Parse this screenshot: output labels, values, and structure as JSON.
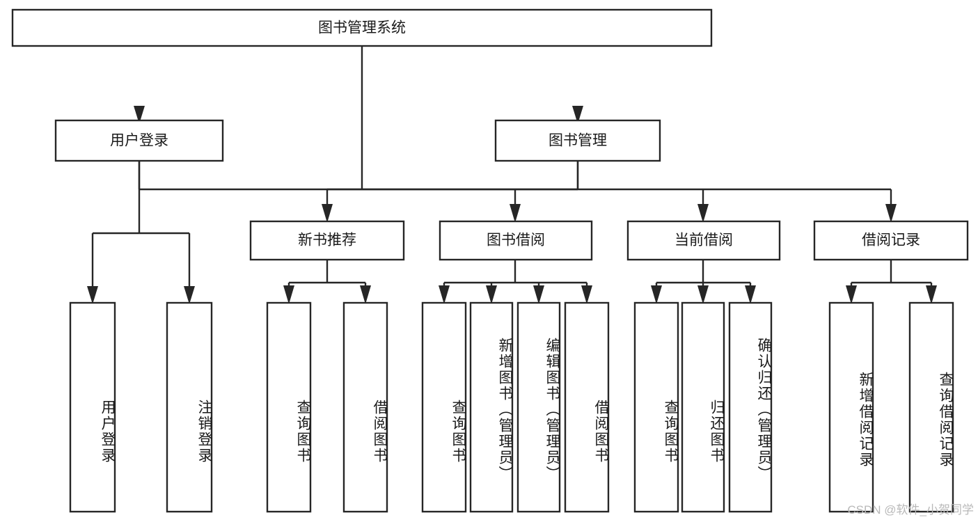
{
  "diagram": {
    "type": "hierarchy-tree",
    "title": "图书管理系统",
    "watermark": "CSDN @软件_小贺同学",
    "root": {
      "id": "root",
      "label": "图书管理系统"
    },
    "level2": [
      {
        "id": "user-login",
        "label": "用户登录"
      },
      {
        "id": "book-management",
        "label": "图书管理"
      }
    ],
    "level3": [
      {
        "id": "new-book-recommend",
        "label": "新书推荐",
        "parent": "book-management"
      },
      {
        "id": "book-borrow",
        "label": "图书借阅",
        "parent": "book-management"
      },
      {
        "id": "current-borrow",
        "label": "当前借阅",
        "parent": "book-management"
      },
      {
        "id": "borrow-record",
        "label": "借阅记录",
        "parent": "book-management"
      }
    ],
    "leaves": [
      {
        "id": "leaf-user-login",
        "label": "用户登录",
        "parent": "user-login"
      },
      {
        "id": "leaf-logout-login",
        "label": "注销登录",
        "parent": "user-login"
      },
      {
        "id": "leaf-query-book-1",
        "label": "查询图书",
        "parent": "new-book-recommend"
      },
      {
        "id": "leaf-borrow-book-1",
        "label": "借阅图书",
        "parent": "new-book-recommend"
      },
      {
        "id": "leaf-query-book-2",
        "label": "查询图书",
        "parent": "book-borrow"
      },
      {
        "id": "leaf-add-book",
        "label": "新增图书（管理员）",
        "parent": "book-borrow"
      },
      {
        "id": "leaf-edit-book",
        "label": "编辑图书（管理员）",
        "parent": "book-borrow"
      },
      {
        "id": "leaf-borrow-book-2",
        "label": "借阅图书",
        "parent": "book-borrow"
      },
      {
        "id": "leaf-query-book-3",
        "label": "查询图书",
        "parent": "current-borrow"
      },
      {
        "id": "leaf-return-book",
        "label": "归还图书",
        "parent": "current-borrow"
      },
      {
        "id": "leaf-confirm-return",
        "label": "确认归还（管理员）",
        "parent": "current-borrow"
      },
      {
        "id": "leaf-add-record",
        "label": "新增借阅记录",
        "parent": "borrow-record"
      },
      {
        "id": "leaf-query-record",
        "label": "查询借阅记录",
        "parent": "borrow-record"
      }
    ],
    "colors": {
      "stroke": "#262626",
      "fill": "#ffffff",
      "text": "#1a1a1a",
      "watermark": "#b9b9b9"
    }
  }
}
